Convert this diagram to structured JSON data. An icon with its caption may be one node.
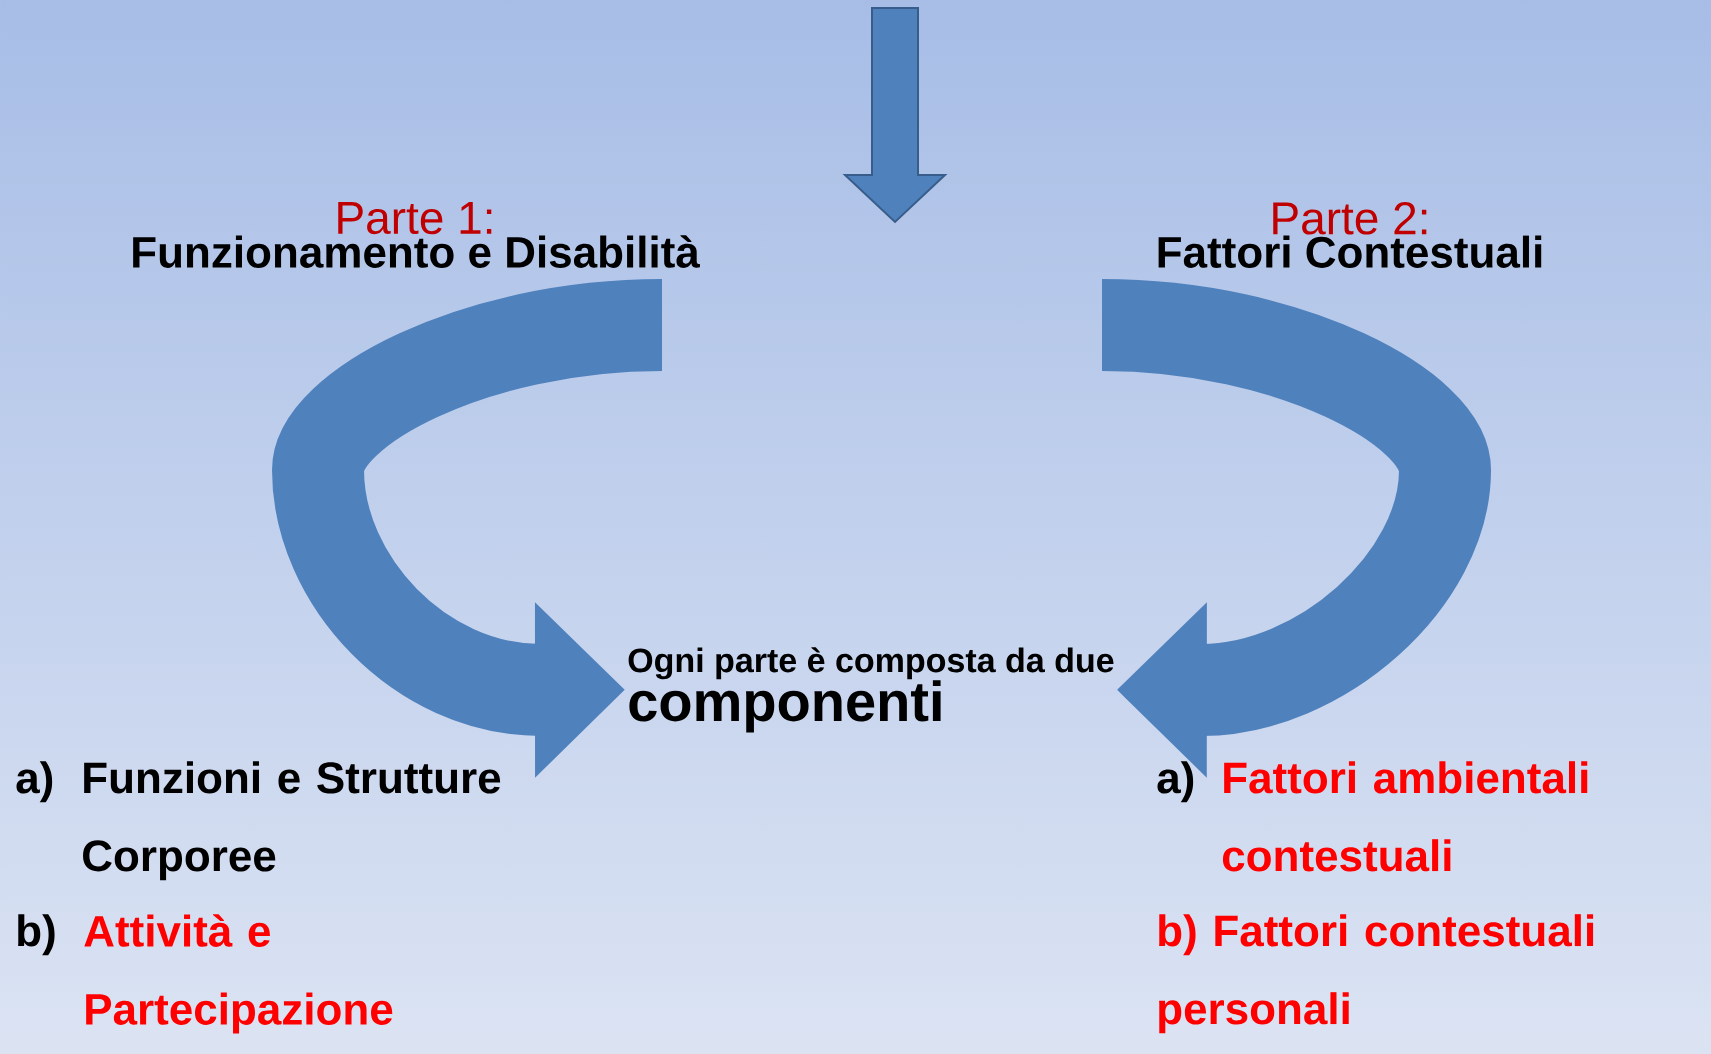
{
  "diagram": {
    "nodes": [
      {
        "text": [
          "Parte 1:",
          "Funzionamento e Disabilità"
        ]
      },
      {
        "text": [
          "Parte 2:",
          "Fattori Contestuali"
        ]
      },
      {
        "text": [
          "Ogni parte è composta da due",
          "componenti"
        ]
      }
    ],
    "edges": [
      {
        "from": 0,
        "to": 2,
        "arrow": "to"
      },
      {
        "from": 1,
        "to": 2,
        "arrow": "to"
      }
    ],
    "labels": [
      "a)",
      "Funzioni e Strutture Corporee",
      "b)",
      "Attività e Partecipazione",
      "a)",
      "Fattori ambientali contestuali",
      "b) Fattori contestuali personali"
    ]
  }
}
